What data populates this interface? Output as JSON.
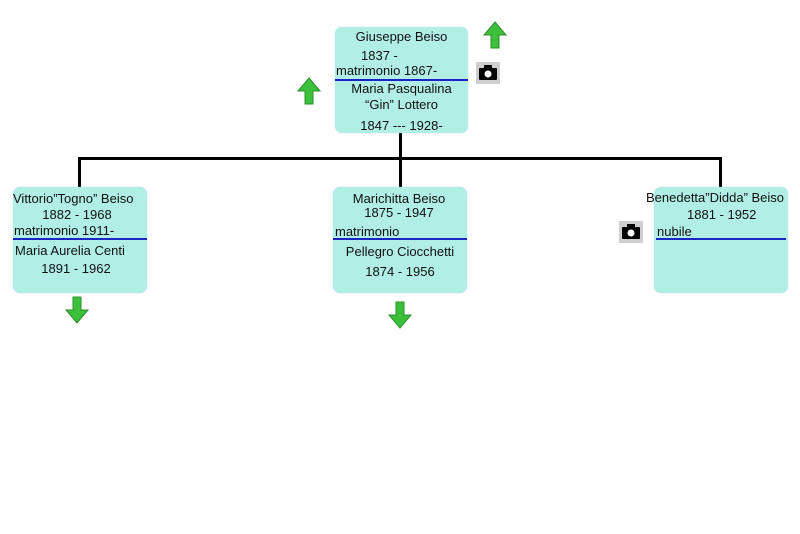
{
  "root": {
    "name": "Giuseppe Beiso",
    "dates": "1837 -",
    "marriage": "matrimonio 1867-",
    "spouse_line1": "Maria Pasqualina",
    "spouse_line2": "“Gin” Lottero",
    "spouse_dates": "1847 --- 1928-"
  },
  "children": [
    {
      "name": "Vittorio”Togno” Beiso",
      "dates": "1882 - 1968",
      "marriage": "matrimonio 1911-",
      "spouse": "Maria Aurelia Centi",
      "spouse_dates": "1891 - 1962"
    },
    {
      "name": "Marichitta Beiso",
      "dates": "1875 - 1947",
      "marriage": "matrimonio",
      "spouse": "Pellegro Ciocchetti",
      "spouse_dates": "1874 - 1956"
    },
    {
      "name": "Benedetta”Didda” Beiso",
      "dates": "1881 - 1952",
      "status": "nubile"
    }
  ],
  "colors": {
    "box_fill": "#b0eee6",
    "separator": "#1a25c8",
    "arrow_green": "#3cc03c",
    "connector": "#000000"
  },
  "icons": [
    "arrow-up-icon",
    "arrow-up-icon",
    "camera-icon",
    "arrow-down-icon",
    "arrow-down-icon",
    "camera-icon"
  ]
}
